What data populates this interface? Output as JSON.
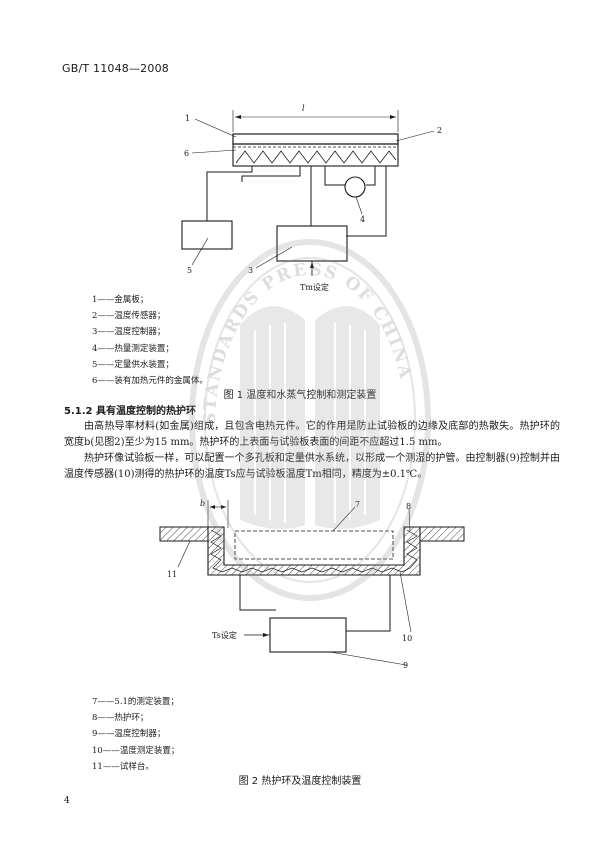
{
  "header": {
    "standard_code": "GB/T 11048—2008"
  },
  "figure1": {
    "labels": {
      "dim_l": "l",
      "n1": "1",
      "n2": "2",
      "n3": "3",
      "n4": "4",
      "n5": "5",
      "n6": "6",
      "setpoint": "Tm设定"
    },
    "legend": [
      "1——金属板；",
      "2——温度传感器；",
      "3——温度控制器；",
      "4——热量测定装置；",
      "5——定量供水装置；",
      "6——装有加热元件的金属体。"
    ],
    "caption": "图 1  温度和水蒸气控制和测定装置"
  },
  "section": {
    "heading": "5.1.2   具有温度控制的热护环",
    "para1": "由高热导率材料(如金属)组成，且包含电热元件。它的作用是防止试验板的边缘及底部的热散失。热护环的宽度b(见图2)至少为15 mm。热护环的上表面与试验板表面的间距不应超过1.5 mm。",
    "para2": "热护环像试验板一样，可以配置一个多孔板和定量供水系统，以形成一个测湿的护管。由控制器(9)控制并由温度传感器(10)测得的热护环的温度Ts应与试验板温度Tm相同，精度为±0.1℃。"
  },
  "figure2": {
    "labels": {
      "dim_b": "b",
      "n7": "7",
      "n8": "8",
      "n9": "9",
      "n10": "10",
      "n11": "11",
      "setpoint": "Ts设定"
    },
    "legend": [
      "7——5.1的测定装置；",
      "8——热护环；",
      "9——温度控制器；",
      "10——温度测定装置；",
      "11——试样台。"
    ],
    "caption": "图 2  热护环及温度控制装置"
  },
  "watermark": {
    "text": "STANDARDS PRESS OF CHINA"
  },
  "footer": {
    "page_number": "4"
  }
}
